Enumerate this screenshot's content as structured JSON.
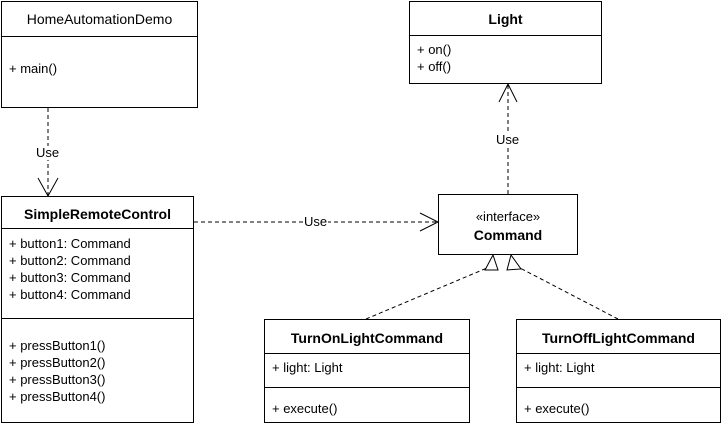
{
  "classes": {
    "home_automation_demo": {
      "name": "HomeAutomationDemo",
      "operations": [
        "+ main()"
      ]
    },
    "light": {
      "name": "Light",
      "operations": [
        "+ on()",
        "+ off()"
      ]
    },
    "simple_remote_control": {
      "name": "SimpleRemoteControl",
      "attributes": [
        "+ button1: Command",
        "+ button2: Command",
        "+ button3: Command",
        "+ button4: Command"
      ],
      "operations": [
        "+ pressButton1()",
        "+ pressButton2()",
        "+ pressButton3()",
        "+ pressButton4()"
      ]
    },
    "command": {
      "stereotype": "«interface»",
      "name": "Command"
    },
    "turn_on_light_command": {
      "name": "TurnOnLightCommand",
      "attributes": [
        "+ light: Light"
      ],
      "operations": [
        "+ execute()"
      ]
    },
    "turn_off_light_command": {
      "name": "TurnOffLightCommand",
      "attributes": [
        "+ light: Light"
      ],
      "operations": [
        "+ execute()"
      ]
    }
  },
  "relations": {
    "demo_to_remote": {
      "label": "Use"
    },
    "remote_to_command": {
      "label": "Use"
    },
    "command_to_light": {
      "label": "Use"
    }
  }
}
